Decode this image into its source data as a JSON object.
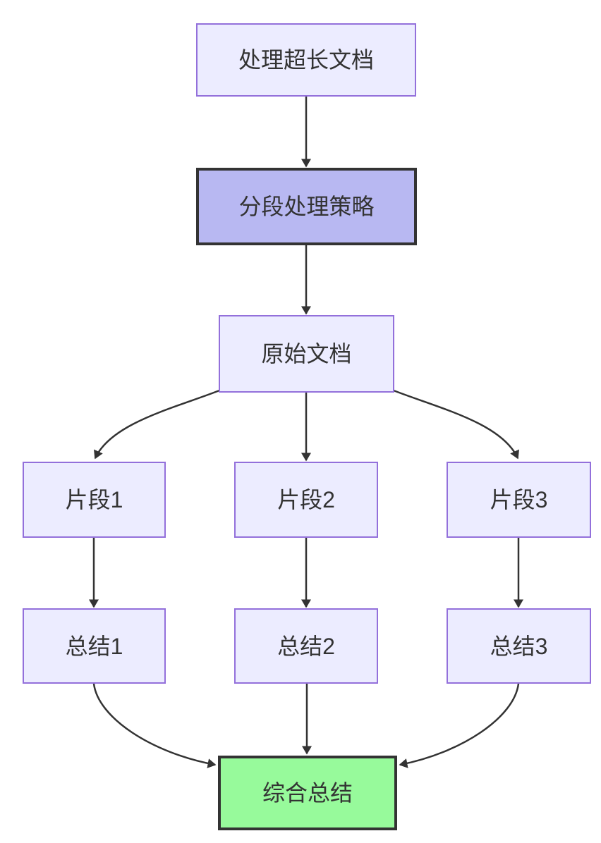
{
  "diagram": {
    "type": "flowchart",
    "direction": "top-down",
    "nodes": [
      {
        "id": "A",
        "label": "处理超长文档",
        "style": "default"
      },
      {
        "id": "B",
        "label": "分段处理策略",
        "style": "emphasis-purple"
      },
      {
        "id": "C",
        "label": "原始文档",
        "style": "default"
      },
      {
        "id": "D1",
        "label": "片段1",
        "style": "default"
      },
      {
        "id": "D2",
        "label": "片段2",
        "style": "default"
      },
      {
        "id": "D3",
        "label": "片段3",
        "style": "default"
      },
      {
        "id": "E1",
        "label": "总结1",
        "style": "default"
      },
      {
        "id": "E2",
        "label": "总结2",
        "style": "default"
      },
      {
        "id": "E3",
        "label": "总结3",
        "style": "default"
      },
      {
        "id": "F",
        "label": "综合总结",
        "style": "emphasis-green"
      }
    ],
    "edges": [
      {
        "from": "A",
        "to": "B",
        "arrow": "down"
      },
      {
        "from": "B",
        "to": "C",
        "arrow": "down"
      },
      {
        "from": "C",
        "to": "D1",
        "arrow": "curve-left-down"
      },
      {
        "from": "C",
        "to": "D2",
        "arrow": "down"
      },
      {
        "from": "C",
        "to": "D3",
        "arrow": "curve-right-down"
      },
      {
        "from": "D1",
        "to": "E1",
        "arrow": "down"
      },
      {
        "from": "D2",
        "to": "E2",
        "arrow": "down"
      },
      {
        "from": "D3",
        "to": "E3",
        "arrow": "down"
      },
      {
        "from": "E1",
        "to": "F",
        "arrow": "curve-down-right"
      },
      {
        "from": "E2",
        "to": "F",
        "arrow": "down"
      },
      {
        "from": "E3",
        "to": "F",
        "arrow": "curve-down-left"
      }
    ],
    "colors": {
      "canvas_bg": "#ffffff",
      "node_fill": "#ececff",
      "node_border": "#9370db",
      "emphasis_purple_fill": "#b8b8f2",
      "emphasis_purple_border": "#333333",
      "emphasis_green_fill": "#97fa9b",
      "emphasis_green_border": "#333333",
      "edge_stroke": "#333333",
      "text": "#333333"
    }
  }
}
